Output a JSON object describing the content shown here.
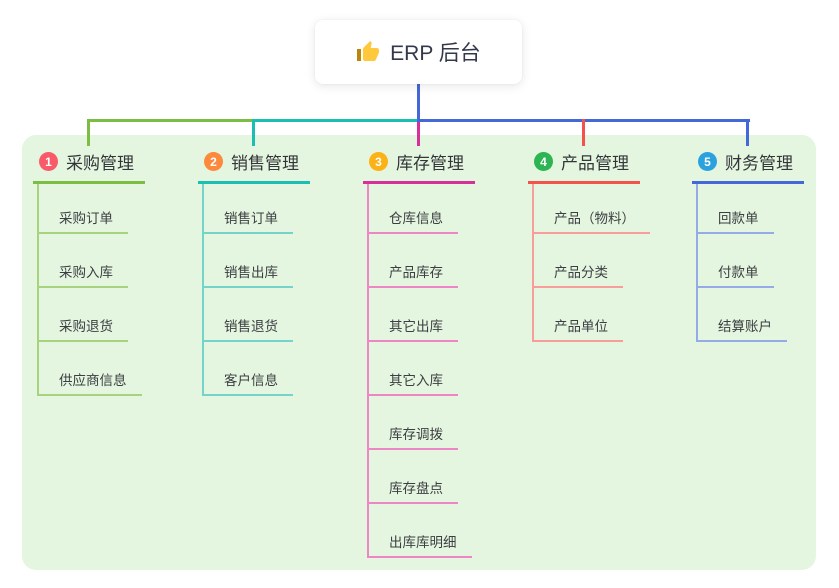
{
  "root": {
    "label": "ERP 后台",
    "icon": "thumbs-up-icon",
    "icon_color": "#FFC83D"
  },
  "panel": {
    "background": "#e5f6e0"
  },
  "branches": [
    {
      "index": "1",
      "title": "采购管理",
      "colors": {
        "line": "#7cbe43",
        "child_line": "#a8d37e",
        "badge": "#f85a6a"
      },
      "children": [
        "采购订单",
        "采购入库",
        "采购退货",
        "供应商信息"
      ]
    },
    {
      "index": "2",
      "title": "销售管理",
      "colors": {
        "line": "#1abfb2",
        "child_line": "#74d4c9",
        "badge": "#fc8a3d"
      },
      "children": [
        "销售订单",
        "销售出库",
        "销售退货",
        "客户信息"
      ]
    },
    {
      "index": "3",
      "title": "库存管理",
      "colors": {
        "line": "#d6309b",
        "child_line": "#ee85c5",
        "badge": "#fbb216"
      },
      "children": [
        "仓库信息",
        "产品库存",
        "其它出库",
        "其它入库",
        "库存调拨",
        "库存盘点",
        "出库库明细"
      ]
    },
    {
      "index": "4",
      "title": "产品管理",
      "colors": {
        "line": "#f5524e",
        "child_line": "#f89d99",
        "badge": "#2cb552"
      },
      "children": [
        "产品（物料）",
        "产品分类",
        "产品单位"
      ]
    },
    {
      "index": "5",
      "title": "财务管理",
      "colors": {
        "line": "#4468d8",
        "child_line": "#94abe8",
        "badge": "#2ba2de"
      },
      "children": [
        "回款单",
        "付款单",
        "结算账户"
      ]
    }
  ]
}
